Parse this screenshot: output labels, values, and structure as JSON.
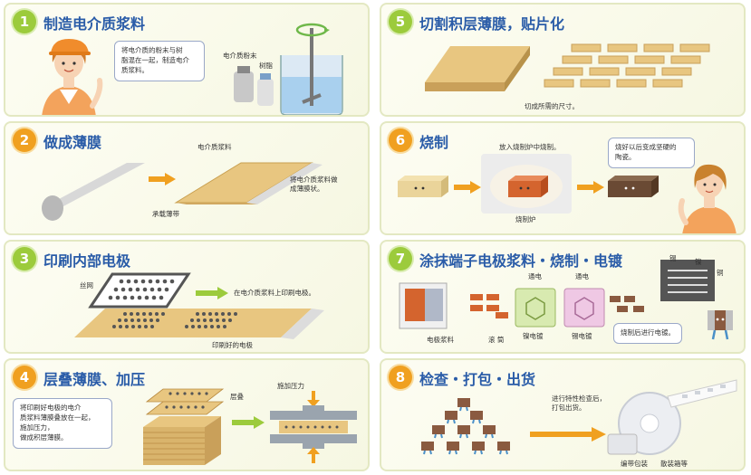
{
  "steps": [
    {
      "num": "1",
      "title": "制造电介质浆料",
      "bubble": [
        "将电介质的粉末与树",
        "脂混在一起，制造电介",
        "质浆料。"
      ],
      "label_powder": "电介质粉末",
      "label_resin": "树脂"
    },
    {
      "num": "2",
      "title": "做成薄膜",
      "label_slurry": "电介质浆料",
      "label_carrier": "承载薄带",
      "desc": [
        "将电介质浆料做",
        "成薄膜状。"
      ]
    },
    {
      "num": "3",
      "title": "印刷内部电极",
      "label_screen": "丝网",
      "desc": "在电介质浆料上印刷电极。",
      "label_printed": "印刷好的电极"
    },
    {
      "num": "4",
      "title": "层叠薄膜、加压",
      "bubble": [
        "将印刷好电极的电介",
        "质浆料薄膜叠放在一起，",
        "施加压力，",
        "做成积层薄膜。"
      ],
      "label_stack": "层叠",
      "label_press": "施加压力"
    },
    {
      "num": "5",
      "title": "切割积层薄膜，贴片化",
      "caption": "切成所需的尺寸。"
    },
    {
      "num": "6",
      "title": "烧制",
      "label_into": "放入烧制炉中烧制。",
      "label_furnace": "烧制炉",
      "bubble": [
        "烧好以后变成坚硬的",
        "陶瓷。"
      ]
    },
    {
      "num": "7",
      "title": "涂抹端子电极浆料・烧制・电镀",
      "label_paste": "电极浆料",
      "label_drum": "滚 筒",
      "label_current1": "通电",
      "label_current2": "通电",
      "label_nickel": "镍电镀",
      "label_tin": "锡电镀",
      "label_tin2": "锡",
      "label_ni2": "镍",
      "label_cu": "铜",
      "bubble": "烧制后进行电镀。"
    },
    {
      "num": "8",
      "title": "检查・打包・出货",
      "desc": [
        "进行特性检查后，",
        "打包出货。"
      ],
      "label_tape": "编带包装",
      "label_bulk": "散装箱等"
    }
  ],
  "colors": {
    "title": "#2a5ca8",
    "green": "#9ccb3c",
    "orange": "#f0a020",
    "tan": "#e8c680",
    "border": "#e3e8c2"
  }
}
